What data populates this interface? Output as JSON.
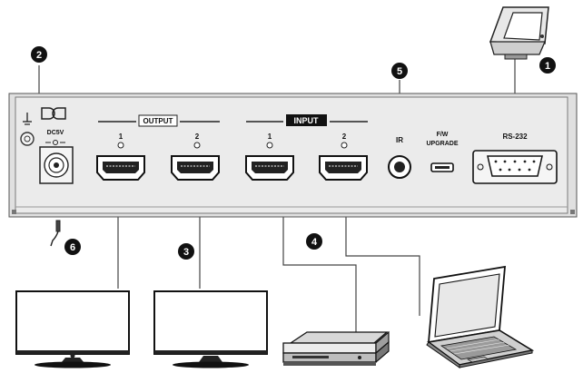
{
  "panel": {
    "dc_label": "DC5V",
    "output_label": "OUTPUT",
    "input_label": "INPUT",
    "output_ports": [
      "1",
      "2"
    ],
    "input_ports": [
      "1",
      "2"
    ],
    "ir_label": "IR",
    "fw_label_line1": "F/W",
    "fw_label_line2": "UPGRADE",
    "rs232_label": "RS-232"
  },
  "callouts": [
    "1",
    "2",
    "3",
    "4",
    "5",
    "6"
  ]
}
